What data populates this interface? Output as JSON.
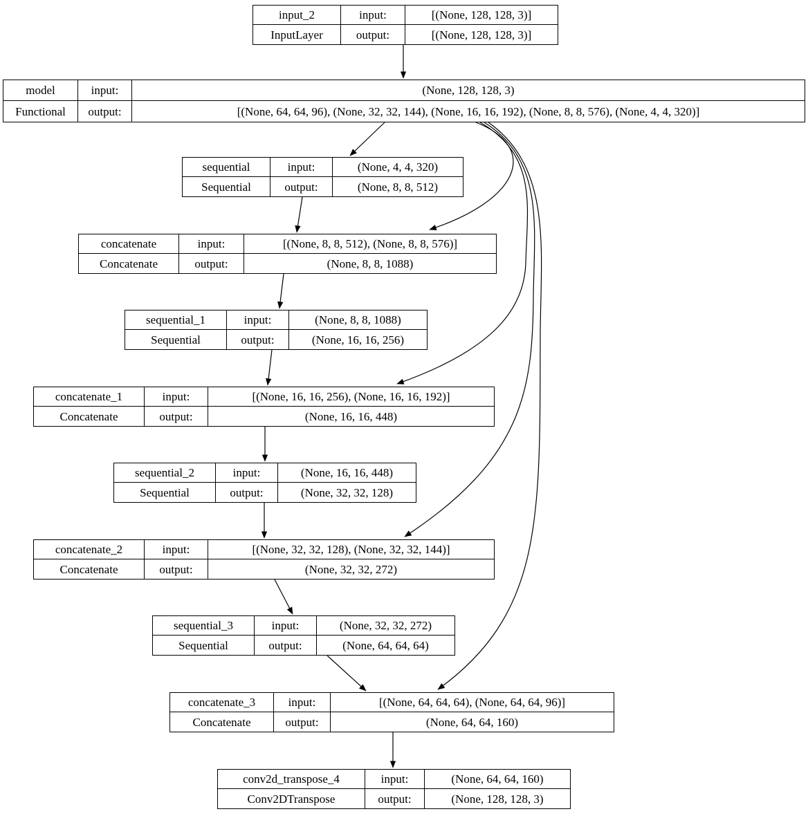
{
  "labels": {
    "input": "input:",
    "output": "output:"
  },
  "colors": {
    "background": "#ffffff",
    "node_border": "#000000",
    "edge": "#000000",
    "text": "#000000"
  },
  "nodes": [
    {
      "id": "input_2",
      "name": "input_2",
      "type": "InputLayer",
      "input": "[(None, 128, 128, 3)]",
      "output": "[(None, 128, 128, 3)]"
    },
    {
      "id": "model",
      "name": "model",
      "type": "Functional",
      "input": "(None, 128, 128, 3)",
      "output": "[(None, 64, 64, 96), (None, 32, 32, 144), (None, 16, 16, 192), (None, 8, 8, 576), (None, 4, 4, 320)]"
    },
    {
      "id": "sequential",
      "name": "sequential",
      "type": "Sequential",
      "input": "(None, 4, 4, 320)",
      "output": "(None, 8, 8, 512)"
    },
    {
      "id": "concatenate",
      "name": "concatenate",
      "type": "Concatenate",
      "input": "[(None, 8, 8, 512), (None, 8, 8, 576)]",
      "output": "(None, 8, 8, 1088)"
    },
    {
      "id": "sequential_1",
      "name": "sequential_1",
      "type": "Sequential",
      "input": "(None, 8, 8, 1088)",
      "output": "(None, 16, 16, 256)"
    },
    {
      "id": "concatenate_1",
      "name": "concatenate_1",
      "type": "Concatenate",
      "input": "[(None, 16, 16, 256), (None, 16, 16, 192)]",
      "output": "(None, 16, 16, 448)"
    },
    {
      "id": "sequential_2",
      "name": "sequential_2",
      "type": "Sequential",
      "input": "(None, 16, 16, 448)",
      "output": "(None, 32, 32, 128)"
    },
    {
      "id": "concatenate_2",
      "name": "concatenate_2",
      "type": "Concatenate",
      "input": "[(None, 32, 32, 128), (None, 32, 32, 144)]",
      "output": "(None, 32, 32, 272)"
    },
    {
      "id": "sequential_3",
      "name": "sequential_3",
      "type": "Sequential",
      "input": "(None, 32, 32, 272)",
      "output": "(None, 64, 64, 64)"
    },
    {
      "id": "concatenate_3",
      "name": "concatenate_3",
      "type": "Concatenate",
      "input": "[(None, 64, 64, 64), (None, 64, 64, 96)]",
      "output": "(None, 64, 64, 160)"
    },
    {
      "id": "conv2d_transpose_4",
      "name": "conv2d_transpose_4",
      "type": "Conv2DTranspose",
      "input": "(None, 64, 64, 160)",
      "output": "(None, 128, 128, 3)"
    }
  ],
  "edges": [
    {
      "from": "input_2",
      "to": "model"
    },
    {
      "from": "model",
      "to": "sequential"
    },
    {
      "from": "model",
      "to": "concatenate"
    },
    {
      "from": "model",
      "to": "concatenate_1"
    },
    {
      "from": "model",
      "to": "concatenate_2"
    },
    {
      "from": "model",
      "to": "concatenate_3"
    },
    {
      "from": "sequential",
      "to": "concatenate"
    },
    {
      "from": "concatenate",
      "to": "sequential_1"
    },
    {
      "from": "sequential_1",
      "to": "concatenate_1"
    },
    {
      "from": "concatenate_1",
      "to": "sequential_2"
    },
    {
      "from": "sequential_2",
      "to": "concatenate_2"
    },
    {
      "from": "concatenate_2",
      "to": "sequential_3"
    },
    {
      "from": "sequential_3",
      "to": "concatenate_3"
    },
    {
      "from": "concatenate_3",
      "to": "conv2d_transpose_4"
    }
  ]
}
